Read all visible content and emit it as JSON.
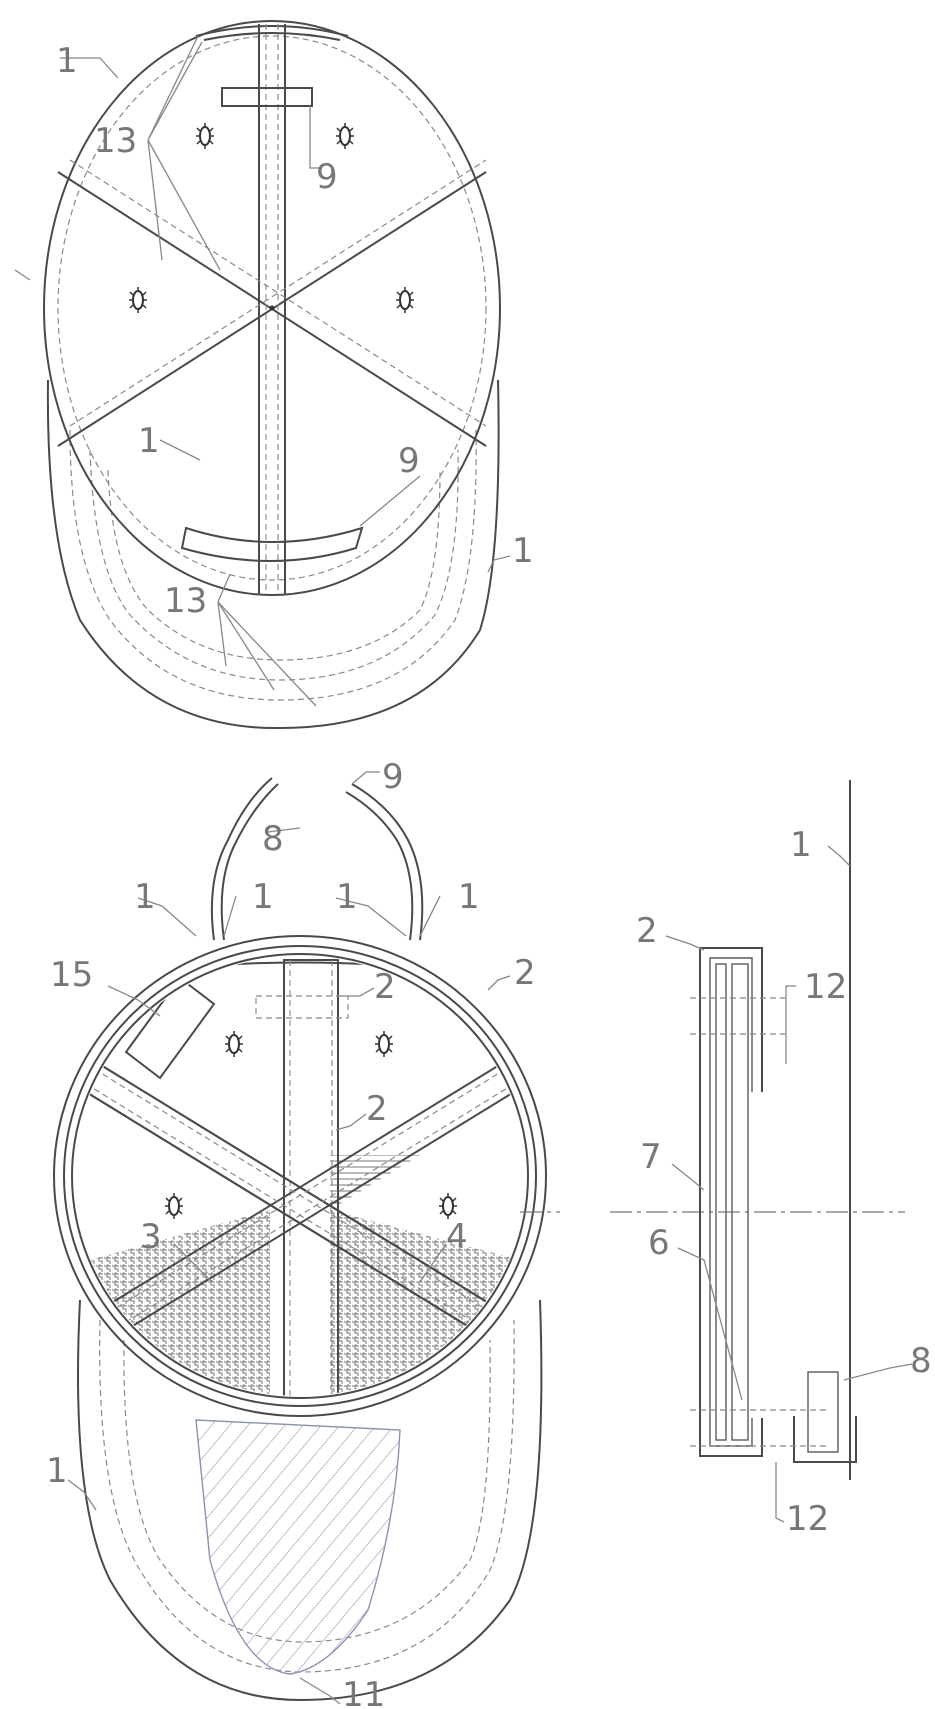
{
  "labels": {
    "cap": "1",
    "band": "2",
    "strap_left": "3",
    "strap_right": "4",
    "part6": "6",
    "part7": "7",
    "part8": "8",
    "part9": "9",
    "part11": "11",
    "part12": "12",
    "part13": "13",
    "part15": "15"
  },
  "colors": {
    "line": "#4a4a4a",
    "label": "#777777",
    "dash": "#8a8a8a"
  }
}
